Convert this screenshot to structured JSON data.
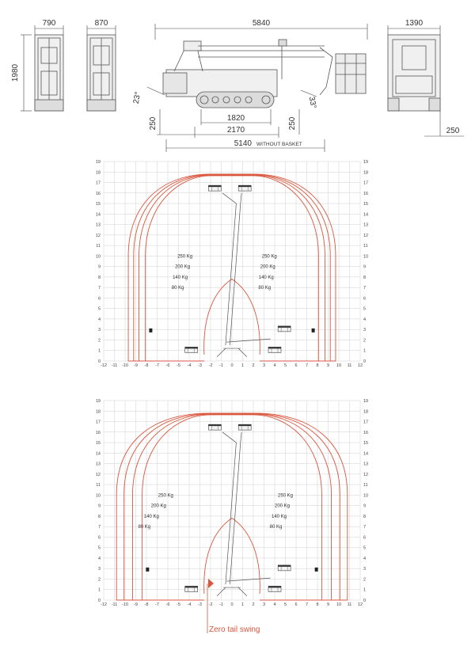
{
  "dimensions": {
    "width_front": "790",
    "width_rear": "870",
    "total_length": "5840",
    "track_width": "1390",
    "height": "1980",
    "angle_front": "23°",
    "angle_rear": "33°",
    "ground_clearance_left": "250",
    "ground_clearance_mid": "250",
    "ground_clearance_right": "250",
    "track_inner": "1820",
    "track_outer": "2170",
    "length_without_basket_value": "5140",
    "length_without_basket_note": "WITHOUT BASKET"
  },
  "charts": [
    {
      "x_ticks": [
        "-12",
        "-11",
        "-10",
        "-9",
        "-8",
        "-7",
        "-6",
        "-5",
        "-4",
        "-3",
        "-2",
        "-1",
        "0",
        "1",
        "2",
        "3",
        "4",
        "5",
        "6",
        "7",
        "8",
        "9",
        "10",
        "11",
        "12"
      ],
      "y_ticks": [
        "0",
        "1",
        "2",
        "3",
        "4",
        "5",
        "6",
        "7",
        "8",
        "9",
        "10",
        "11",
        "12",
        "13",
        "14",
        "15",
        "16",
        "17",
        "18",
        "19"
      ],
      "load_labels_left": [
        "250 Kg",
        "200 Kg",
        "140 Kg",
        "80 Kg"
      ],
      "load_labels_right": [
        "250 Kg",
        "200 Kg",
        "140 Kg",
        "80 Kg"
      ],
      "envelope_half_width": [
        8.1,
        8.7,
        9.2,
        9.7
      ],
      "color": "#d9573e"
    },
    {
      "x_ticks": [
        "-12",
        "-11",
        "-10",
        "-9",
        "-8",
        "-7",
        "-6",
        "-5",
        "-4",
        "-3",
        "-2",
        "-1",
        "0",
        "1",
        "2",
        "3",
        "4",
        "5",
        "6",
        "7",
        "8",
        "9",
        "10",
        "11",
        "12"
      ],
      "y_ticks": [
        "0",
        "1",
        "2",
        "3",
        "4",
        "5",
        "6",
        "7",
        "8",
        "9",
        "10",
        "11",
        "12",
        "13",
        "14",
        "15",
        "16",
        "17",
        "18",
        "19"
      ],
      "load_labels_left": [
        "250 Kg",
        "200 Kg",
        "140 Kg",
        "80 Kg"
      ],
      "load_labels_right": [
        "250 Kg",
        "200 Kg",
        "140 Kg",
        "80 Kg"
      ],
      "envelope_half_width": [
        8.4,
        9.3,
        10.1,
        10.8
      ],
      "color": "#d9573e",
      "annotation": "Zero tail swing"
    }
  ]
}
